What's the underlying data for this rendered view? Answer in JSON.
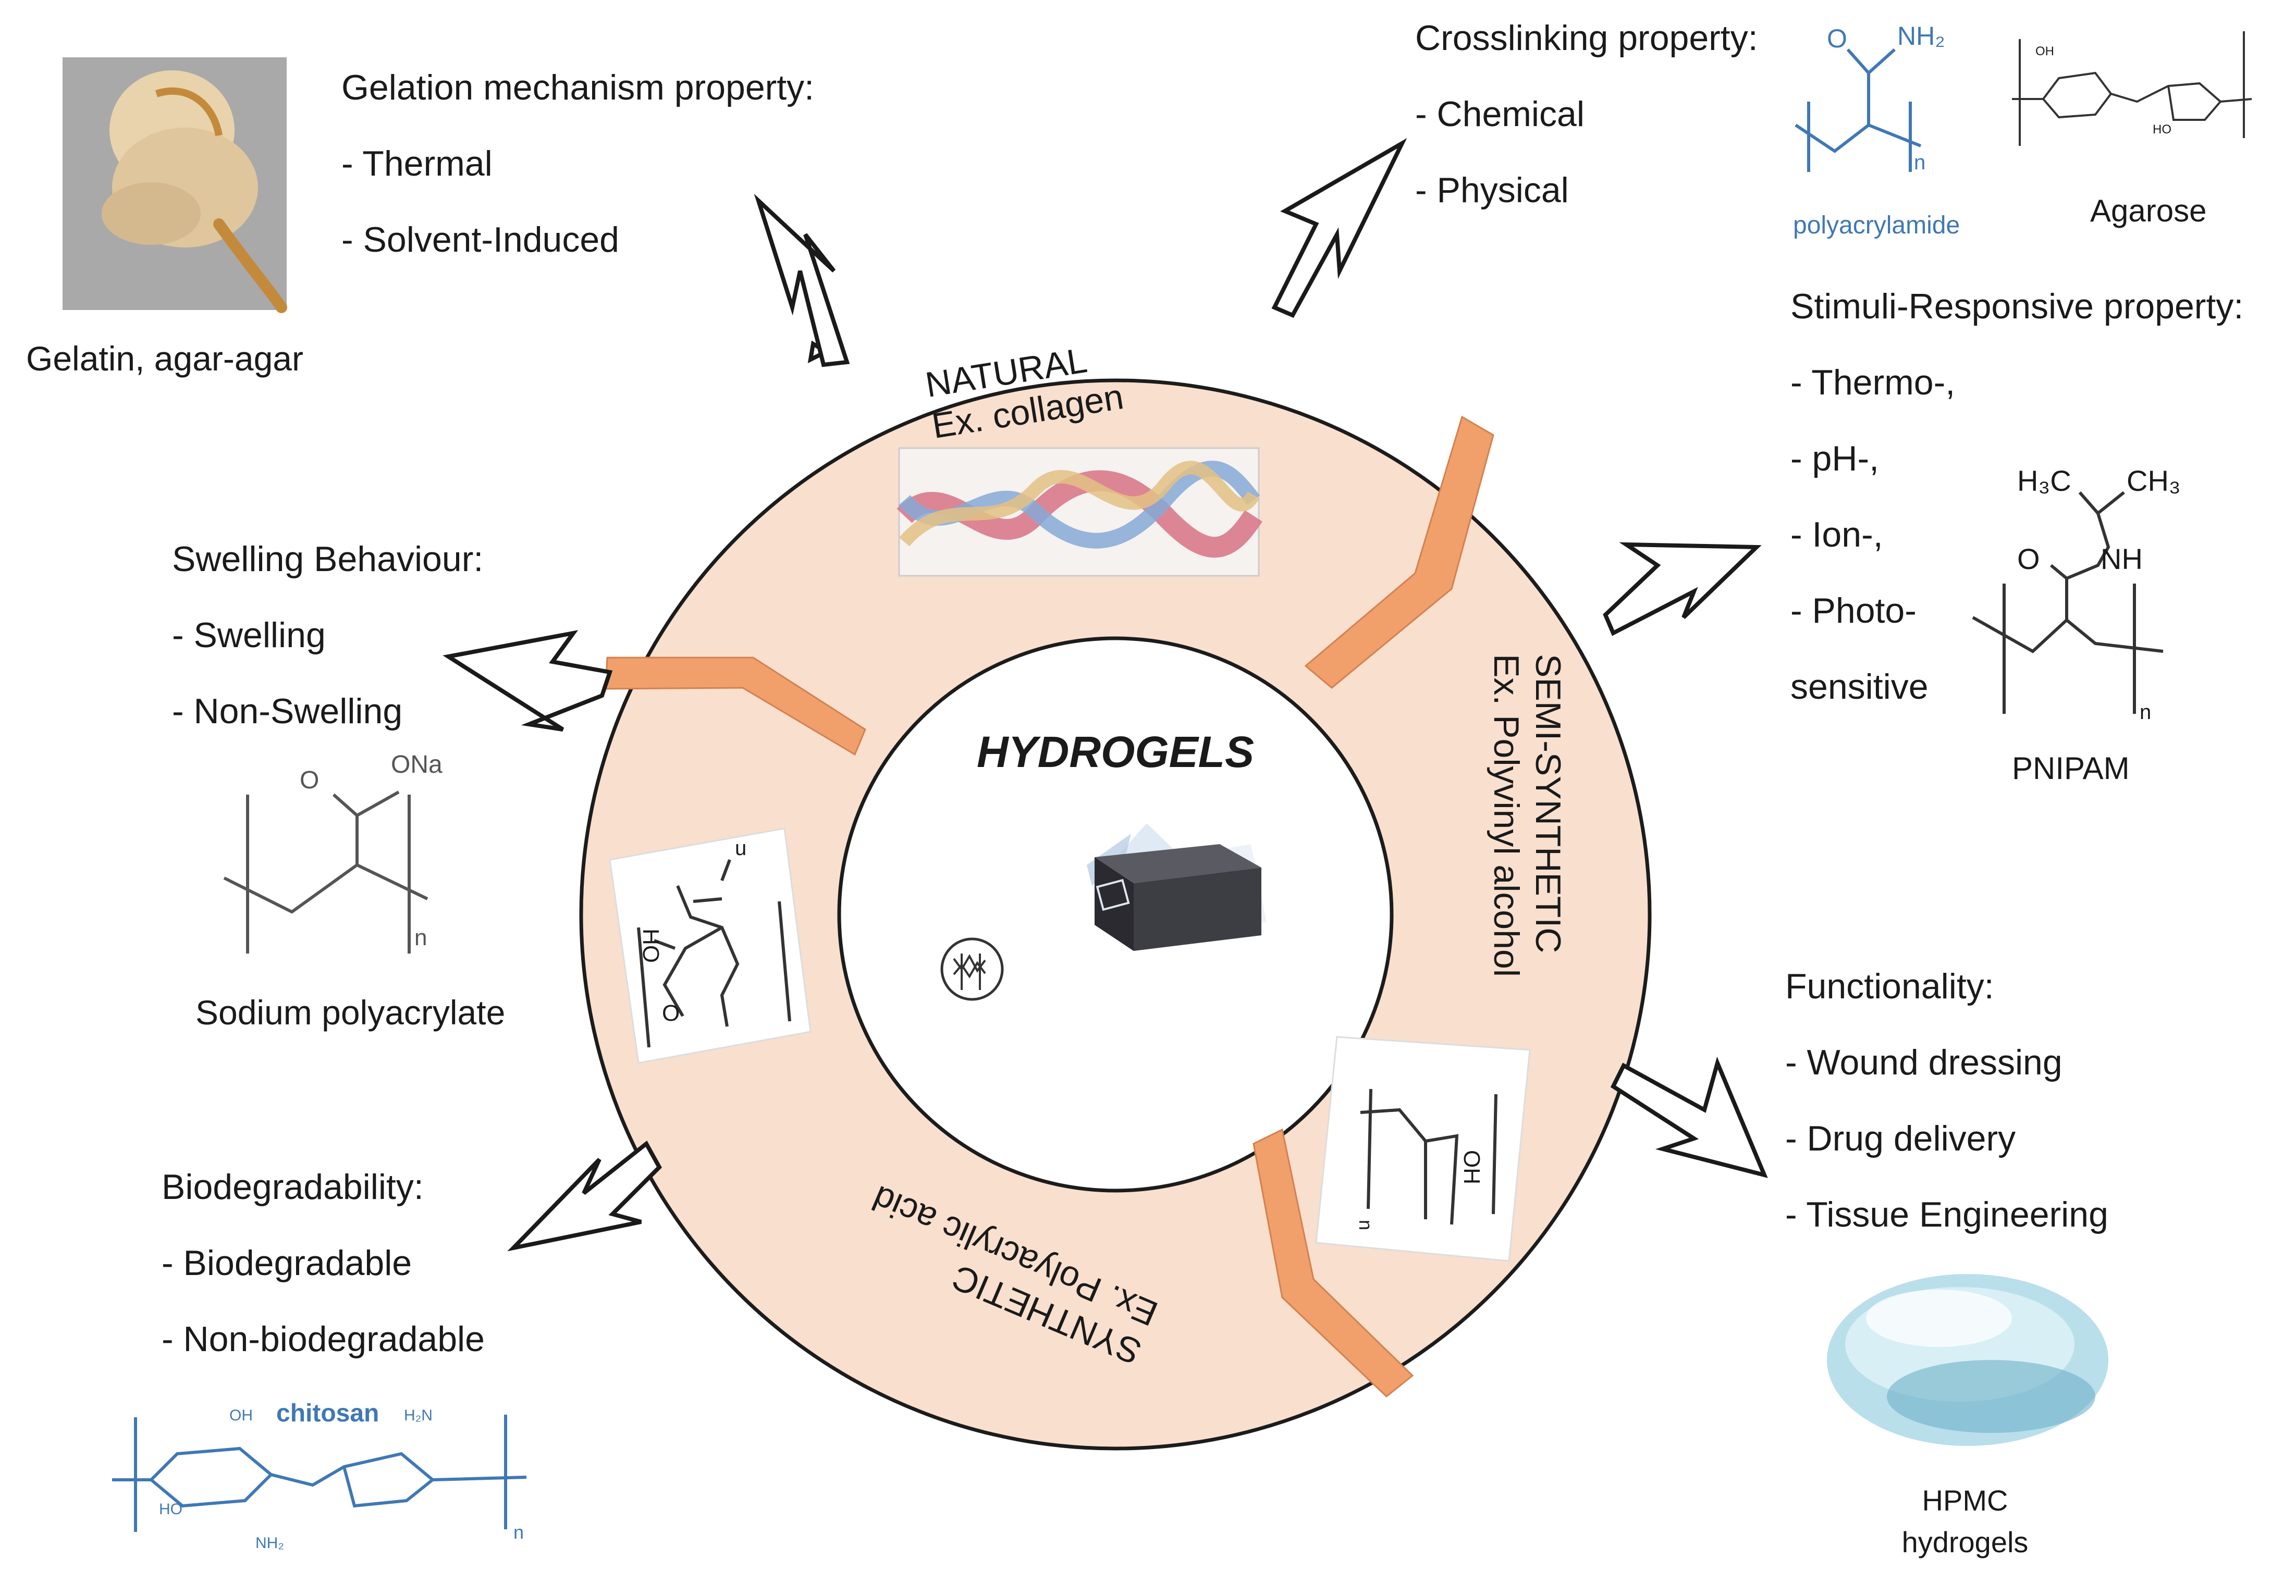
{
  "center": {
    "title": "HYDROGELS"
  },
  "ring": {
    "natural": {
      "name": "NATURAL",
      "example": "Ex. collagen"
    },
    "semi": {
      "name": "SEMI-SYNTHETIC",
      "example": "Ex. Polyvinyl alcohol"
    },
    "synthetic": {
      "name": "SYNTHETIC",
      "example": "Ex. Polyacrylic acid"
    }
  },
  "properties": {
    "gelation": {
      "heading": "Gelation mechanism property:",
      "items": [
        "- Thermal",
        "- Solvent-Induced"
      ],
      "caption": "Gelatin, agar-agar"
    },
    "crosslinking": {
      "heading": "Crosslinking property:",
      "items": [
        "- Chemical",
        "- Physical"
      ],
      "captions": [
        "polyacrylamide",
        "Agarose"
      ]
    },
    "stimuli": {
      "heading": "Stimuli-Responsive property:",
      "items": [
        "- Thermo-,",
        "- pH-,",
        "- Ion-,",
        "- Photo-",
        "sensitive"
      ],
      "caption": "PNIPAM"
    },
    "swelling": {
      "heading": "Swelling Behaviour:",
      "items": [
        "- Swelling",
        "- Non-Swelling"
      ],
      "caption": "Sodium polyacrylate"
    },
    "functionality": {
      "heading": "Functionality:",
      "items": [
        "- Wound dressing",
        "- Drug delivery",
        "- Tissue Engineering"
      ],
      "caption": "HPMC hydrogels"
    },
    "biodegradability": {
      "heading": "Biodegradability:",
      "items": [
        "- Biodegradable",
        "- Non-biodegradable"
      ],
      "caption": "chitosan"
    }
  },
  "chem_labels": {
    "polyacrylamide": {
      "amide": "NH₂",
      "o": "O",
      "n": "n"
    },
    "agarose": {
      "oh": "OH",
      "ho": "HO"
    },
    "pnipam": {
      "h3c": "H₃C",
      "ch3": "CH₃",
      "o": "O",
      "nh": "NH",
      "n": "n"
    },
    "polyacrylate": {
      "o": "O",
      "ona": "ONa",
      "n": "n"
    },
    "chitosan": {
      "oh": "OH",
      "h2n": "H₂N",
      "ho": "HO",
      "nh2": "NH₂",
      "n": "n"
    },
    "paa": {
      "oh": "HO",
      "o": "O",
      "n": "n"
    },
    "pva": {
      "oh": "OH",
      "n": "n"
    }
  },
  "colors": {
    "ring_fill": "#f9dfce",
    "divider": "#f1a06c",
    "collagen": [
      "#d9798b",
      "#86a9d6",
      "#e3c184"
    ],
    "chem_blue": "#3f78b5",
    "block": "#3d3d44"
  }
}
